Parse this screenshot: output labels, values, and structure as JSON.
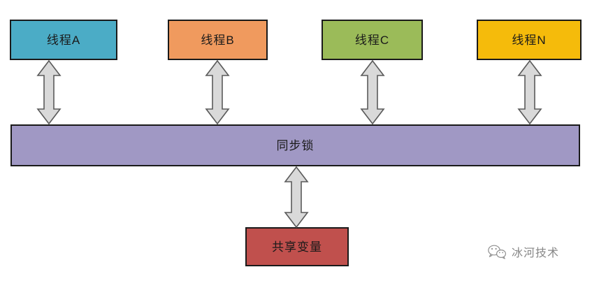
{
  "diagram": {
    "type": "block-diagram",
    "background_color": "#FFFFFF",
    "threads": [
      {
        "id": "thread-a",
        "label": "线程A",
        "color": "#4BACC6"
      },
      {
        "id": "thread-b",
        "label": "线程B",
        "color": "#F09A5E"
      },
      {
        "id": "thread-c",
        "label": "线程C",
        "color": "#9BBB59"
      },
      {
        "id": "thread-n",
        "label": "线程N",
        "color": "#F5BB0B"
      }
    ],
    "sync_lock": {
      "id": "sync-lock",
      "label": "同步锁",
      "color": "#A098C4"
    },
    "shared_variable": {
      "id": "shared-var",
      "label": "共享变量",
      "color": "#C0504D"
    },
    "connectors": {
      "style": "double-headed-arrow",
      "fill": "#D9D9D9",
      "stroke": "#5A5A5A",
      "items": [
        {
          "from": "thread-a",
          "to": "sync-lock"
        },
        {
          "from": "thread-b",
          "to": "sync-lock"
        },
        {
          "from": "thread-c",
          "to": "sync-lock"
        },
        {
          "from": "thread-n",
          "to": "sync-lock"
        },
        {
          "from": "sync-lock",
          "to": "shared-var"
        }
      ]
    }
  },
  "watermark": {
    "text": "冰河技术",
    "icon": "wechat-icon"
  }
}
